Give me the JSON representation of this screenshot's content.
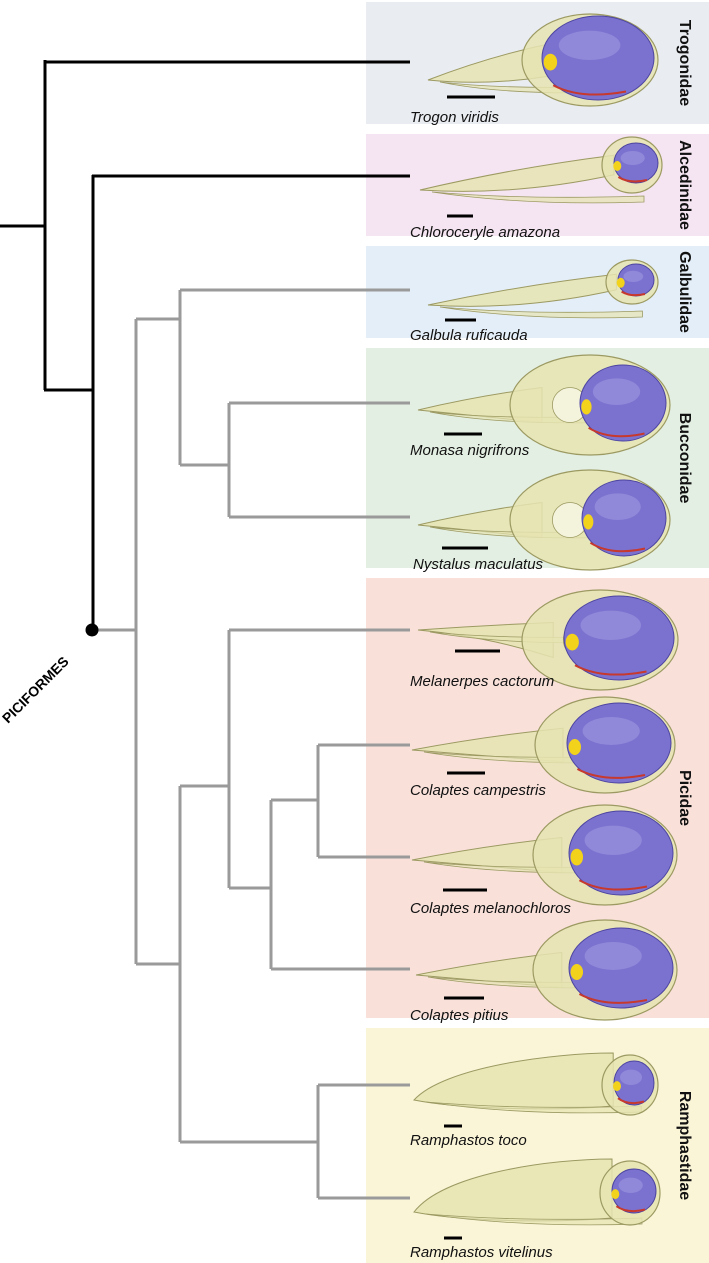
{
  "clade_label": "PICIFORMES",
  "families": [
    {
      "name": "Trogonidae",
      "color": "#e9ecf1"
    },
    {
      "name": "Alcedinidae",
      "color": "#f5e4f1"
    },
    {
      "name": "Galbulidae",
      "color": "#e4eef8"
    },
    {
      "name": "Bucconidae",
      "color": "#e4efe3"
    },
    {
      "name": "Picidae",
      "color": "#f9e1da"
    },
    {
      "name": "Ramphastidae",
      "color": "#fbf5d8"
    }
  ],
  "species": [
    {
      "name": "Trogon viridis",
      "family": "Trogonidae",
      "brain": "large"
    },
    {
      "name": "Chloroceryle amazona",
      "family": "Alcedinidae",
      "brain": "small"
    },
    {
      "name": "Galbula ruficauda",
      "family": "Galbulidae",
      "brain": "small"
    },
    {
      "name": "Monasa nigrifrons",
      "family": "Bucconidae",
      "brain": "medium"
    },
    {
      "name": "Nystalus maculatus",
      "family": "Bucconidae",
      "brain": "medium"
    },
    {
      "name": "Melanerpes cactorum",
      "family": "Picidae",
      "brain": "large"
    },
    {
      "name": "Colaptes campestris",
      "family": "Picidae",
      "brain": "large"
    },
    {
      "name": "Colaptes melanochloros",
      "family": "Picidae",
      "brain": "large"
    },
    {
      "name": "Colaptes pitius",
      "family": "Picidae",
      "brain": "large"
    },
    {
      "name": "Ramphastos toco",
      "family": "Ramphastidae",
      "brain": "small"
    },
    {
      "name": "Ramphastos vitelinus",
      "family": "Ramphastidae",
      "brain": "small"
    }
  ],
  "colors": {
    "outgroup_branch": "#000000",
    "piciformes_branch": "#9a9a9a",
    "skull": "#e6e4b2",
    "skull_outline": "#9c9a62",
    "brain": "#7b72cf",
    "brain_outline": "#4d45a0",
    "optic": "#f2d21b",
    "vessels": "#c7382d"
  }
}
